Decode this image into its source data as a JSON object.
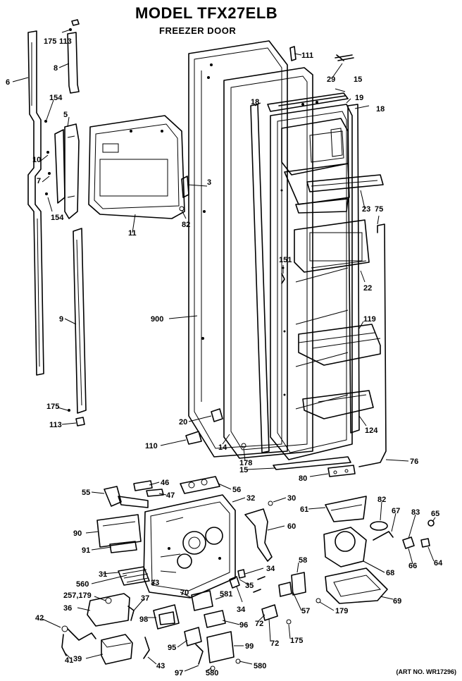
{
  "header": {
    "title": "MODEL TFX27ELB",
    "subtitle": "FREEZER DOOR"
  },
  "footer": {
    "art_no": "(ART NO. WR17296)"
  },
  "labels": {
    "l175a": "175",
    "l113a": "113",
    "l6": "6",
    "l8": "8",
    "l154a": "154",
    "l5": "5",
    "l10": "10",
    "l7": "7",
    "l154b": "154",
    "l9": "9",
    "l175b": "175",
    "l113b": "113",
    "l11": "11",
    "l3": "3",
    "l82a": "82",
    "l900": "900",
    "l20": "20",
    "l110": "110",
    "l14": "14",
    "l178": "178",
    "l111": "111",
    "l29": "29",
    "l15a": "15",
    "l19": "19",
    "l18a": "18",
    "l18b": "18",
    "l23": "23",
    "l75": "75",
    "l151": "151",
    "l22": "22",
    "l119": "119",
    "l124": "124",
    "l15b": "15",
    "l80": "80",
    "l76": "76",
    "l55": "55",
    "l46": "46",
    "l47": "47",
    "l56": "56",
    "l32": "32",
    "l30": "30",
    "l61": "61",
    "l82b": "82",
    "l67": "67",
    "l83": "83",
    "l65": "65",
    "l90": "90",
    "l91": "91",
    "l560a": "560",
    "l31": "31",
    "l33": "33",
    "l60": "60",
    "l34a": "34",
    "l35": "35",
    "l58": "58",
    "l68": "68",
    "l66": "66",
    "l64": "64",
    "l257": "257,179",
    "l36": "36",
    "l37": "37",
    "l70": "70",
    "l581": "581",
    "l34b": "34",
    "l57": "57",
    "l179": "179",
    "l69": "69",
    "l42": "42",
    "l98": "98",
    "l96": "96",
    "l72a": "72",
    "l72b": "72",
    "l175c": "175",
    "l41": "41",
    "l39": "39",
    "l43": "43",
    "l95": "95",
    "l99": "99",
    "l97": "97",
    "l580a": "580",
    "l580b": "580"
  }
}
